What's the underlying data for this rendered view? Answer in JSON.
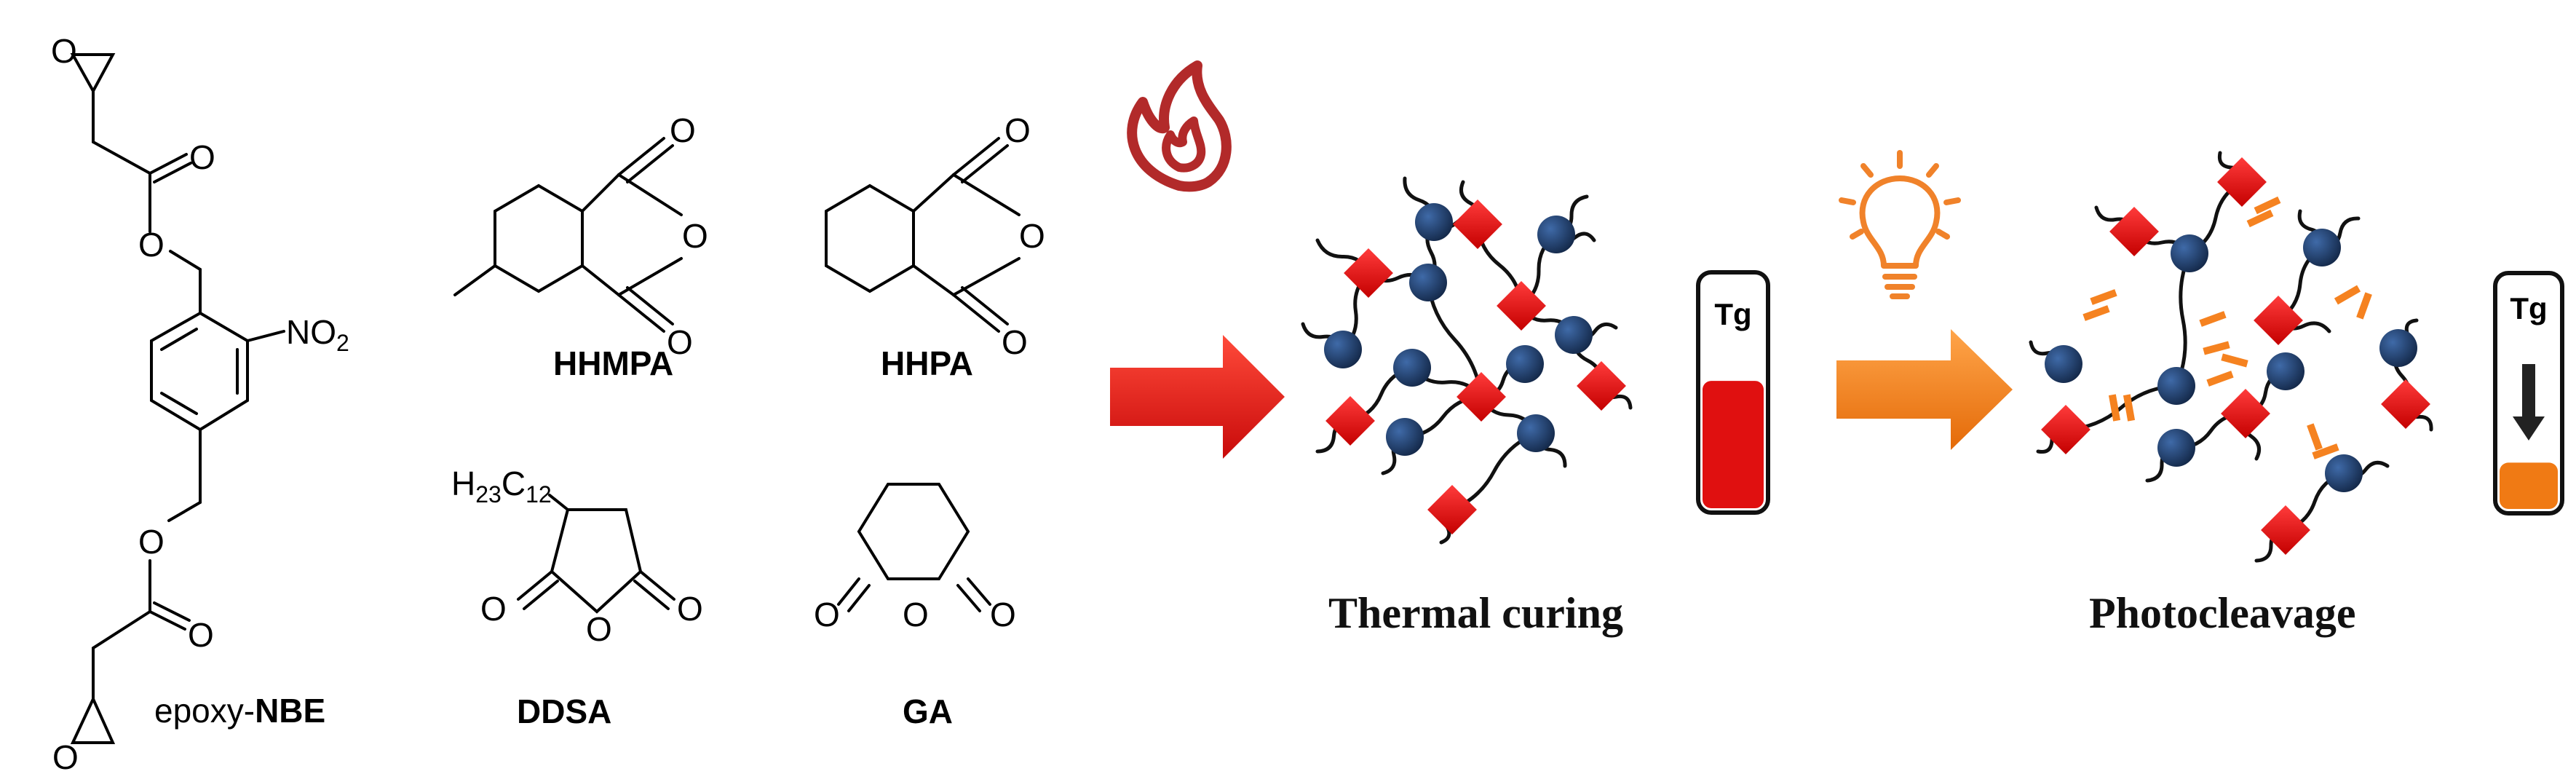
{
  "molecules": {
    "epoxy_nbe": {
      "prefix": "epoxy-",
      "bold": "NBE",
      "nitro_n": "NO",
      "nitro_sub": "2",
      "atom_o": "O"
    },
    "hhmpa": {
      "name": "HHMPA",
      "atom_o": "O"
    },
    "hhpa": {
      "name": "HHPA",
      "atom_o": "O"
    },
    "ddsa": {
      "name": "DDSA",
      "chain_h": "H",
      "chain_h_sub": "23",
      "chain_c": "C",
      "chain_c_sub": "12",
      "atom_o": "O"
    },
    "ga": {
      "name": "GA",
      "atom_o": "O"
    }
  },
  "steps": {
    "thermal": {
      "label": "Thermal curing",
      "icon": "flame-icon",
      "arrow_color": "#e31b1b",
      "icon_color": "#b22a2a"
    },
    "photo": {
      "label": "Photocleavage",
      "icon": "lightbulb-icon",
      "arrow_color": "#f58220",
      "icon_color": "#f0822a"
    }
  },
  "tg_gauges": {
    "thermal": {
      "label": "Tg",
      "fill_fraction": 0.55,
      "fill_color": "#e01010"
    },
    "photo": {
      "label": "Tg",
      "fill_fraction": 0.2,
      "fill_color": "#f07a14",
      "indicator": "down-arrow-icon"
    }
  },
  "network_colors": {
    "node_blue": "#1f3d68",
    "node_red": "#e01818",
    "cleavage_mark": "#f58220"
  }
}
